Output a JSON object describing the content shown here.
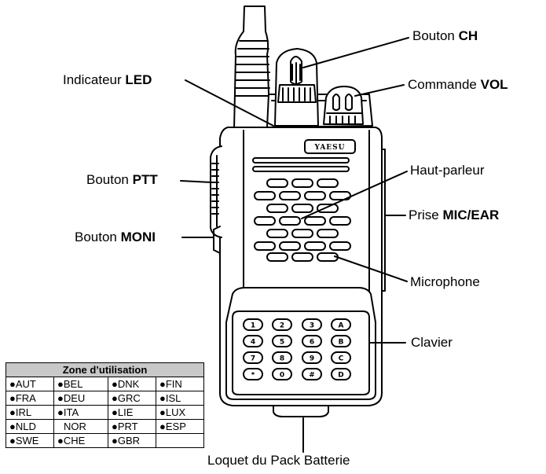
{
  "callouts": {
    "ch": {
      "prefix": "Bouton ",
      "bold": "CH",
      "suffix": ""
    },
    "led": {
      "prefix": "Indicateur ",
      "bold": "LED",
      "suffix": ""
    },
    "vol": {
      "prefix": "Commande ",
      "bold": "VOL",
      "suffix": ""
    },
    "ptt": {
      "prefix": "Bouton ",
      "bold": "PTT",
      "suffix": ""
    },
    "speaker": {
      "prefix": "Haut-parleur",
      "bold": "",
      "suffix": ""
    },
    "mic_ear": {
      "prefix": "Prise ",
      "bold": "MIC/EAR",
      "suffix": ""
    },
    "moni": {
      "prefix": "Bouton ",
      "bold": "MONI",
      "suffix": ""
    },
    "microphone": {
      "prefix": "Microphone",
      "bold": "",
      "suffix": ""
    },
    "keypad": {
      "prefix": "Clavier",
      "bold": "",
      "suffix": ""
    },
    "battery_latch": {
      "prefix": "Loquet du Pack Batterie",
      "bold": "",
      "suffix": ""
    }
  },
  "radio": {
    "brand": "YAESU",
    "keys": [
      [
        "1",
        "2",
        "3",
        "A"
      ],
      [
        "4",
        "5",
        "6",
        "B"
      ],
      [
        "7",
        "8",
        "9",
        "C"
      ],
      [
        "*",
        "0",
        "#",
        "D"
      ]
    ]
  },
  "zone_table": {
    "title": "Zone d’utilisation",
    "rows": [
      [
        "●AUT",
        "●BEL",
        "●DNK",
        "●FIN"
      ],
      [
        "●FRA",
        "●DEU",
        "●GRC",
        "●ISL"
      ],
      [
        "●IRL",
        "●ITA",
        "●LIE",
        "●LUX"
      ],
      [
        "●NLD",
        "NOR",
        "●PRT",
        "●ESP"
      ],
      [
        "●SWE",
        "●CHE",
        "●GBR",
        ""
      ]
    ]
  }
}
